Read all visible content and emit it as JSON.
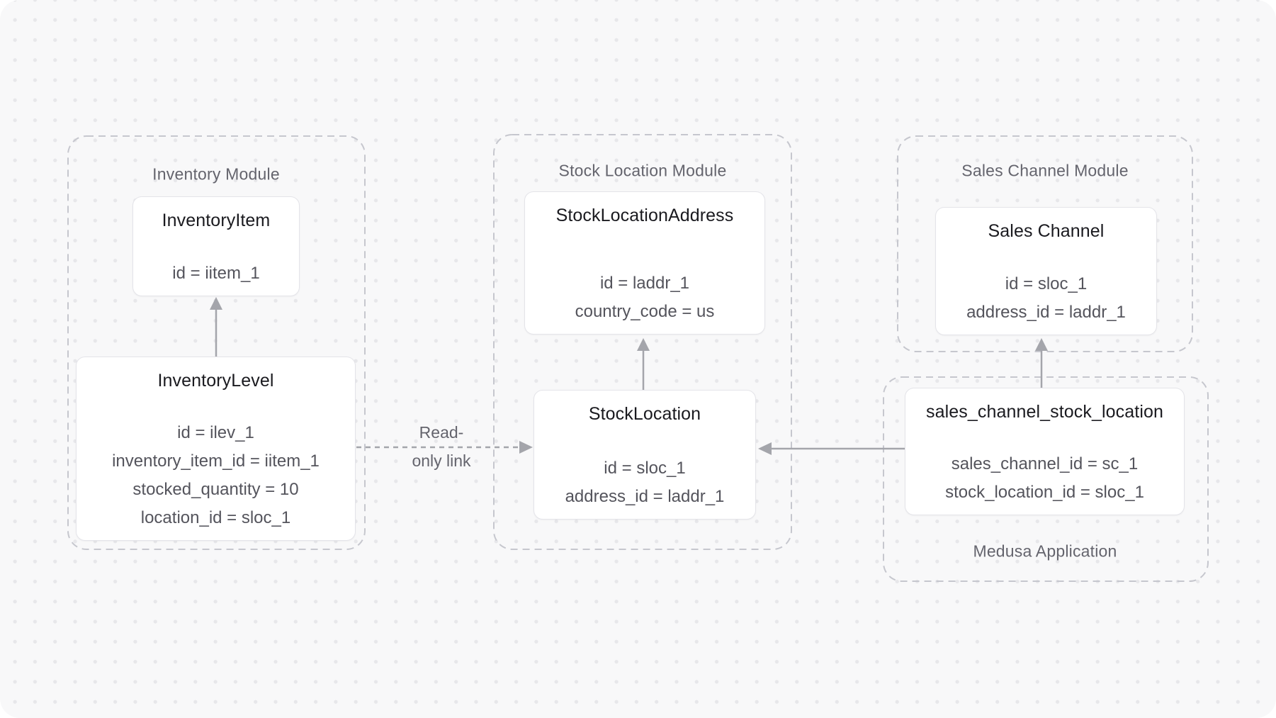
{
  "colors": {
    "canvas_bg": "#f8f8f9",
    "dot": "#e7e7ea",
    "box_bg": "#ffffff",
    "box_border": "#e4e4e9",
    "container_border": "#c6c7ce",
    "arrow": "#a4a5ab",
    "title_text": "#1a1a1f",
    "field_text": "#54545c",
    "module_text": "#64646d"
  },
  "modules": {
    "inventory": {
      "title": "Inventory Module"
    },
    "stock_location": {
      "title": "Stock Location Module"
    },
    "sales_channel": {
      "title": "Sales Channel Module"
    },
    "medusa": {
      "title": "Medusa Application"
    }
  },
  "entities": {
    "inventory_item": {
      "title": "InventoryItem",
      "fields": [
        "id = iitem_1"
      ]
    },
    "inventory_level": {
      "title": "InventoryLevel",
      "fields": [
        "id = ilev_1",
        "inventory_item_id = iitem_1",
        "stocked_quantity = 10",
        "location_id = sloc_1"
      ]
    },
    "stock_location_address": {
      "title": "StockLocationAddress",
      "fields": [
        "id = laddr_1",
        "country_code = us"
      ]
    },
    "stock_location": {
      "title": "StockLocation",
      "fields": [
        "id = sloc_1",
        "address_id = laddr_1"
      ]
    },
    "sales_channel": {
      "title": "Sales Channel",
      "fields": [
        "id = sloc_1",
        "address_id = laddr_1"
      ]
    },
    "sales_channel_stock_location": {
      "title": "sales_channel_stock_location",
      "fields": [
        "sales_channel_id = sc_1",
        "stock_location_id = sloc_1"
      ]
    }
  },
  "labels": {
    "read_only_link": {
      "line1": "Read-",
      "line2": "only link"
    }
  }
}
